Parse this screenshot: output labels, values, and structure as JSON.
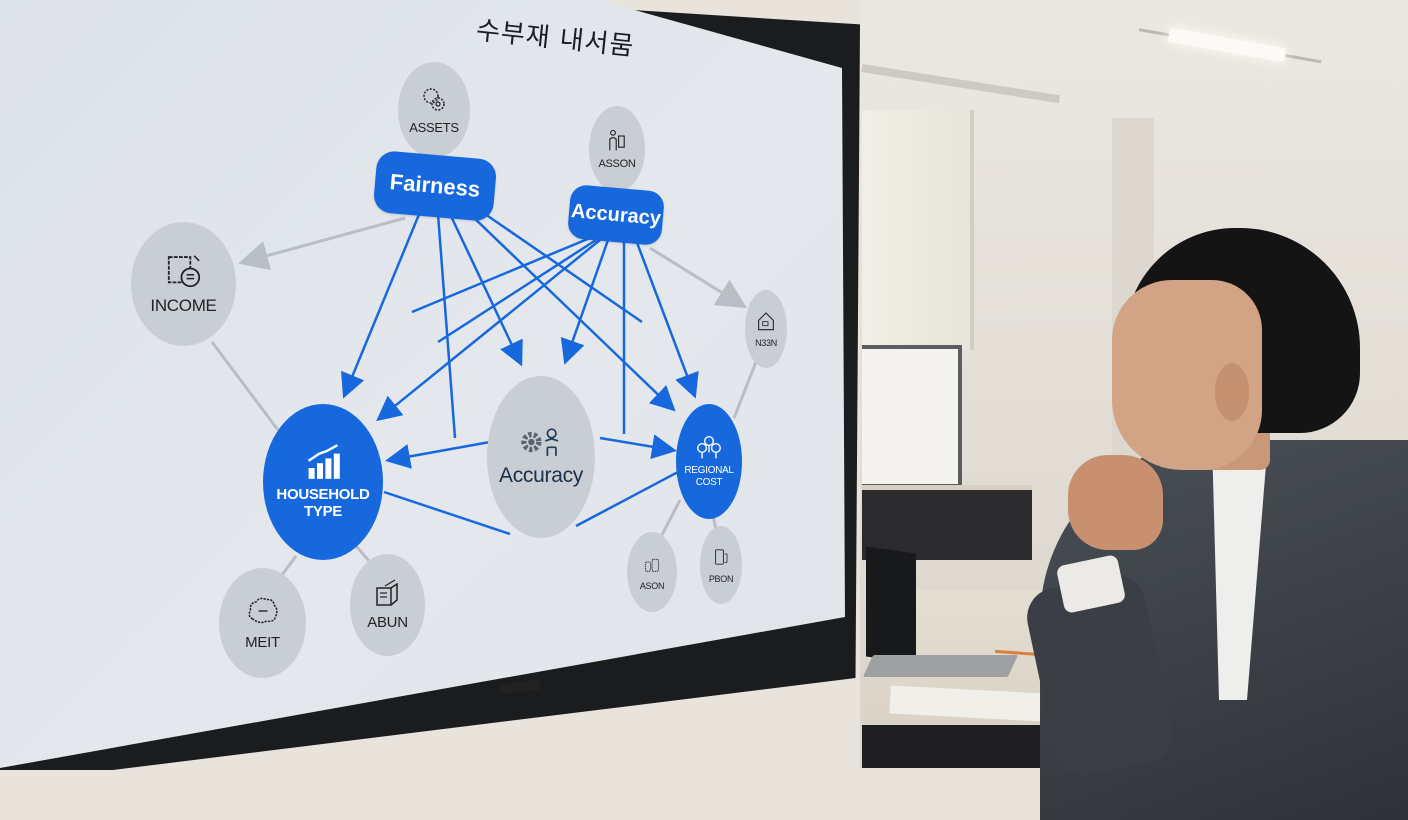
{
  "diagram": {
    "title": "수부재 내서뭄",
    "hub_labels": {
      "fairness": "Fairness",
      "accuracy_top": "Accuracy"
    },
    "nodes": {
      "assets": {
        "label": "ASSETS",
        "icon": "gears-icon",
        "style": "gray"
      },
      "asson": {
        "label": "ASSON",
        "icon": "person-presenting-icon",
        "style": "gray"
      },
      "income": {
        "label": "INCOME",
        "icon": "document-coin-icon",
        "style": "gray"
      },
      "nosn": {
        "label": "N33N",
        "icon": "house-icon",
        "style": "gray"
      },
      "household_type": {
        "label_line1": "HOUSEHOLD",
        "label_line2": "TYPE",
        "icon": "bar-chart-growth-icon",
        "style": "blue"
      },
      "accuracy_center": {
        "label": "Accuracy",
        "icon": "gear-person-icon",
        "style": "gray"
      },
      "regional_cost": {
        "label_line1": "REGIONAL",
        "label_line2": "COST",
        "icon": "people-group-icon",
        "style": "blue"
      },
      "asdn": {
        "label": "ASON",
        "icon": "bottles-icon",
        "style": "gray"
      },
      "pbon": {
        "label": "PBON",
        "icon": "phone-device-icon",
        "style": "gray"
      },
      "meit": {
        "label": "MEIT",
        "icon": "cloud-face-icon",
        "style": "gray"
      },
      "abun": {
        "label": "ABUN",
        "icon": "folder-document-icon",
        "style": "gray"
      }
    },
    "edges": [
      {
        "from": "Fairness",
        "to": "INCOME",
        "color": "gray"
      },
      {
        "from": "Fairness",
        "to": "HOUSEHOLD TYPE",
        "color": "blue"
      },
      {
        "from": "Fairness",
        "to": "Accuracy (center)",
        "color": "blue"
      },
      {
        "from": "Fairness",
        "to": "REGIONAL COST",
        "color": "blue"
      },
      {
        "from": "Accuracy (top)",
        "to": "HOUSEHOLD TYPE",
        "color": "blue"
      },
      {
        "from": "Accuracy (top)",
        "to": "Accuracy (center)",
        "color": "blue"
      },
      {
        "from": "Accuracy (top)",
        "to": "REGIONAL COST",
        "color": "blue"
      },
      {
        "from": "Accuracy (top)",
        "to": "N33N",
        "color": "gray"
      },
      {
        "from": "Accuracy (center)",
        "to": "HOUSEHOLD TYPE",
        "color": "blue"
      },
      {
        "from": "Accuracy (center)",
        "to": "REGIONAL COST",
        "color": "blue"
      },
      {
        "from": "INCOME",
        "to": "HOUSEHOLD TYPE",
        "color": "gray"
      },
      {
        "from": "HOUSEHOLD TYPE",
        "to": "MEIT",
        "color": "gray"
      },
      {
        "from": "HOUSEHOLD TYPE",
        "to": "ABUN",
        "color": "gray"
      },
      {
        "from": "REGIONAL COST",
        "to": "ASON",
        "color": "gray"
      },
      {
        "from": "REGIONAL COST",
        "to": "PBON",
        "color": "gray"
      },
      {
        "from": "N33N",
        "to": "REGIONAL COST",
        "color": "gray"
      }
    ],
    "colors": {
      "accent_blue": "#1668dc",
      "node_gray": "#c9ced4",
      "screen_bg": "#e1e5ea",
      "edge_gray": "#b8bec6"
    }
  },
  "scene": {
    "description": "Wall-mounted display in an office; man in gray blazer resting chin on hand, looking at the diagram"
  }
}
